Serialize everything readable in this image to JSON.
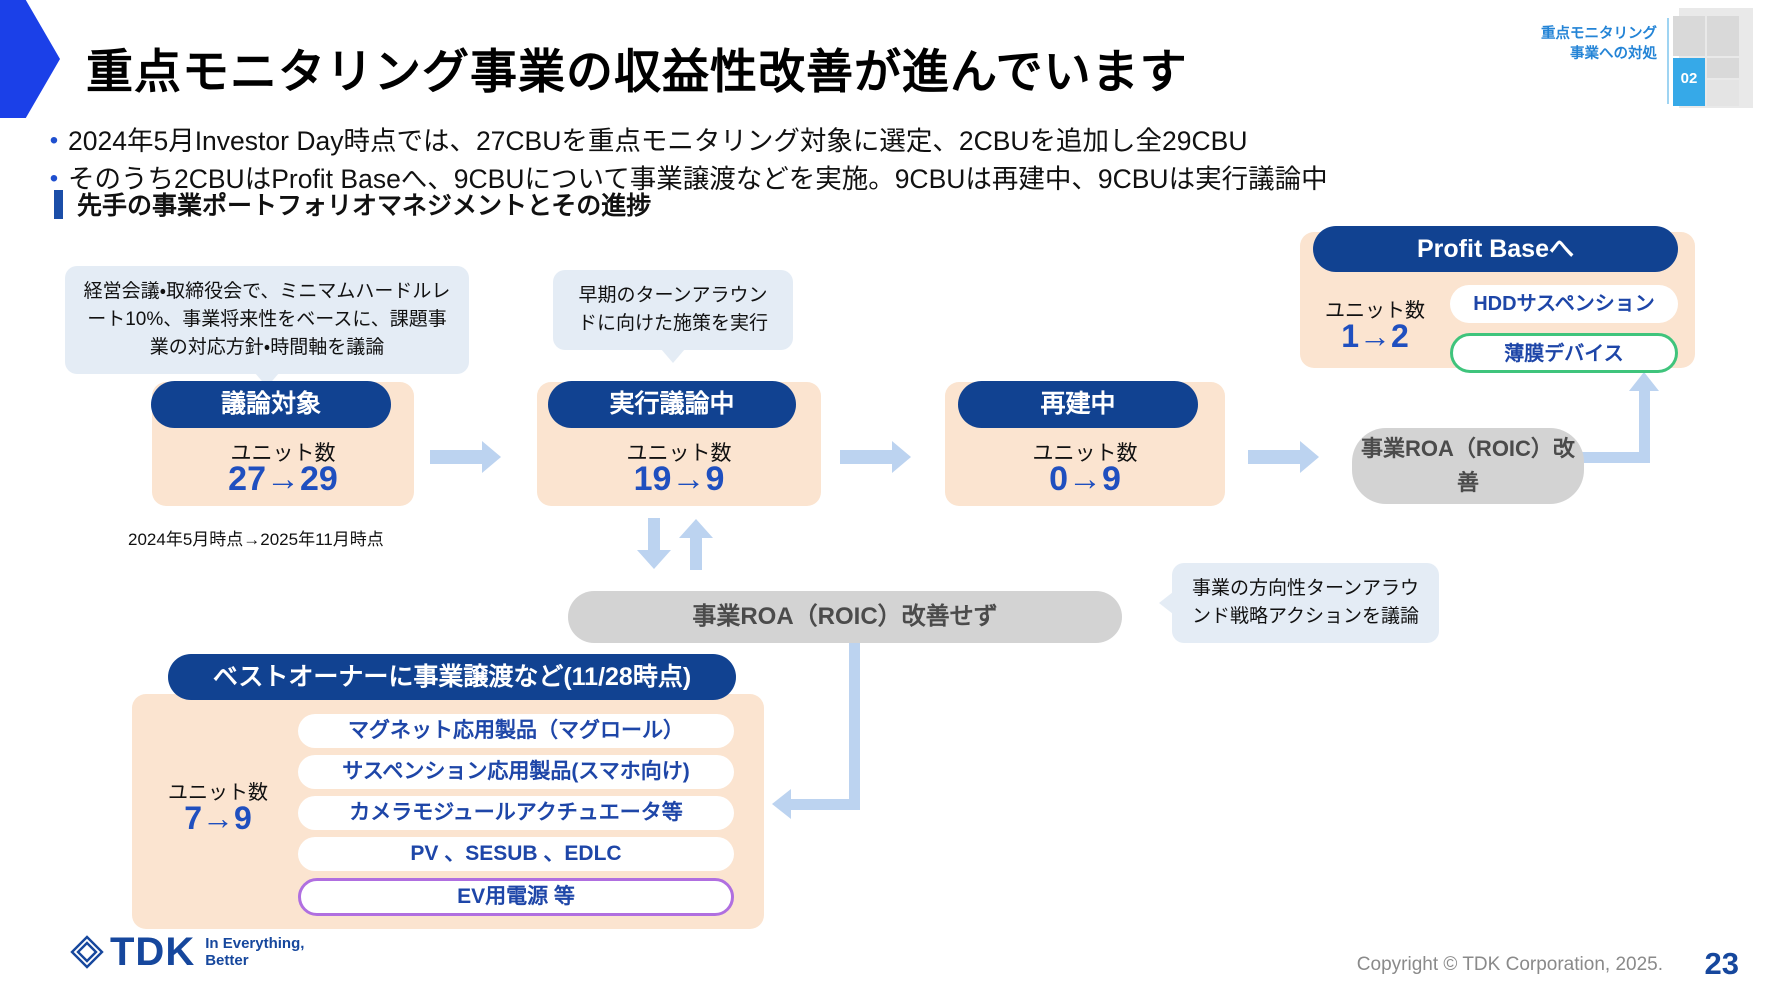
{
  "header": {
    "title": "重点モニタリング事業の収益性改善が進んでいます",
    "bullets": [
      "2024年5月Investor Day時点では、27CBUを重点モニタリング対象に選定、2CBUを追加し全29CBU",
      "そのうち2CBUはProfit Baseへ、9CBUについて事業譲渡などを実施。9CBUは再建中、9CBUは実行議論中"
    ],
    "section_label_line1": "重点モニタリング",
    "section_label_line2": "事業への対処",
    "section_number": "02"
  },
  "section_heading": "先手の事業ポートフォリオマネジメントとその進捗",
  "callouts": {
    "hurdle": "経営会議・取締役会で、ミニマムハードルレート10%、事業将来性をベースに、課題事業の対応方針・時間軸を議論",
    "turnaround": "早期のターンアラウンドに向けた施策を実行",
    "direction": "事業の方向性ターンアラウンド戦略アクションを議論"
  },
  "stages": [
    {
      "title": "議論対象",
      "unit_label": "ユニット数",
      "unit_value": "27→29"
    },
    {
      "title": "実行議論中",
      "unit_label": "ユニット数",
      "unit_value": "19→9"
    },
    {
      "title": "再建中",
      "unit_label": "ユニット数",
      "unit_value": "0→9"
    }
  ],
  "caption_period": "2024年5月時点→2025年11月時点",
  "gray_boxes": {
    "roa_improve": "事業ROA（ROIC）改善",
    "roa_not_improve": "事業ROA（ROIC）改善せず"
  },
  "profit_base": {
    "title": "Profit Baseへ",
    "unit_label": "ユニット数",
    "unit_value": "1→2",
    "items": [
      {
        "label": "HDDサスペンション",
        "highlight": false
      },
      {
        "label": "薄膜デバイス",
        "highlight": true
      }
    ]
  },
  "best_owner": {
    "title": "ベストオーナーに事業譲渡など(11/28時点)",
    "unit_label": "ユニット数",
    "unit_value": "7→9",
    "items": [
      {
        "label": "マグネット応用製品（マグロール）",
        "highlight": false
      },
      {
        "label": "サスペンション応用製品(スマホ向け)",
        "highlight": false
      },
      {
        "label": "カメラモジュールアクチュエータ等",
        "highlight": false
      },
      {
        "label": "PV 、SESUB 、EDLC",
        "highlight": false
      },
      {
        "label": "EV用電源 等",
        "highlight": true
      }
    ]
  },
  "footer": {
    "logo_text": "TDK",
    "logo_tagline_line1": "In Everything,",
    "logo_tagline_line2": "Better",
    "copyright": "Copyright © TDK Corporation, 2025.",
    "page_number": "23"
  },
  "colors": {
    "brand_blue": "#114291",
    "accent_blue": "#1b40e8",
    "peach": "#fbe4d0",
    "callout_bg": "#e4ecf5",
    "gray_pill": "#d3d3d3",
    "green_outline": "#3fc47c",
    "purple_outline": "#b06fe0",
    "arrow_blue": "#bcd3f0"
  }
}
